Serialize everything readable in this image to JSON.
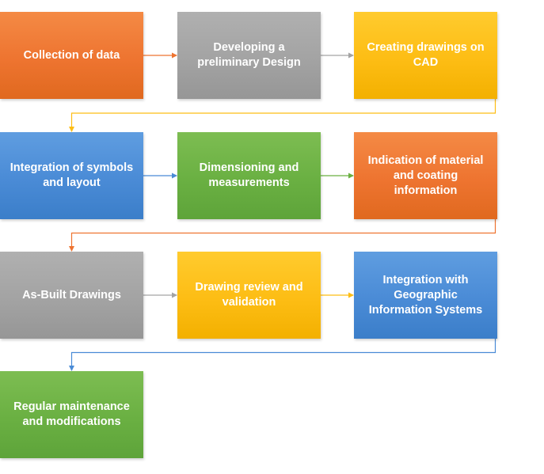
{
  "steps": [
    {
      "label": "Collection of data",
      "color": "#ee7430"
    },
    {
      "label": "Developing a preliminary Design",
      "color": "#a3a3a3"
    },
    {
      "label": "Creating drawings on CAD",
      "color": "#fdbd14"
    },
    {
      "label": "Integration of symbols and layout",
      "color": "#4a8bd6"
    },
    {
      "label": "Dimensioning and measurements",
      "color": "#6ab042"
    },
    {
      "label": "Indication of material and coating information",
      "color": "#ee7430"
    },
    {
      "label": "As-Built Drawings",
      "color": "#a3a3a3"
    },
    {
      "label": "Drawing review and validation",
      "color": "#fdbd14"
    },
    {
      "label": "Integration with Geographic Information Systems",
      "color": "#4a8bd6"
    },
    {
      "label": "Regular maintenance and modifications",
      "color": "#6ab042"
    }
  ],
  "connectors": [
    {
      "from": 0,
      "to": 1,
      "color": "#ee7430"
    },
    {
      "from": 1,
      "to": 2,
      "color": "#a3a3a3"
    },
    {
      "from": 2,
      "to": 3,
      "color": "#fdbd14"
    },
    {
      "from": 3,
      "to": 4,
      "color": "#4a8bd6"
    },
    {
      "from": 4,
      "to": 5,
      "color": "#6ab042"
    },
    {
      "from": 5,
      "to": 6,
      "color": "#ee7430"
    },
    {
      "from": 6,
      "to": 7,
      "color": "#a3a3a3"
    },
    {
      "from": 7,
      "to": 8,
      "color": "#fdbd14"
    },
    {
      "from": 8,
      "to": 9,
      "color": "#4a8bd6"
    }
  ]
}
